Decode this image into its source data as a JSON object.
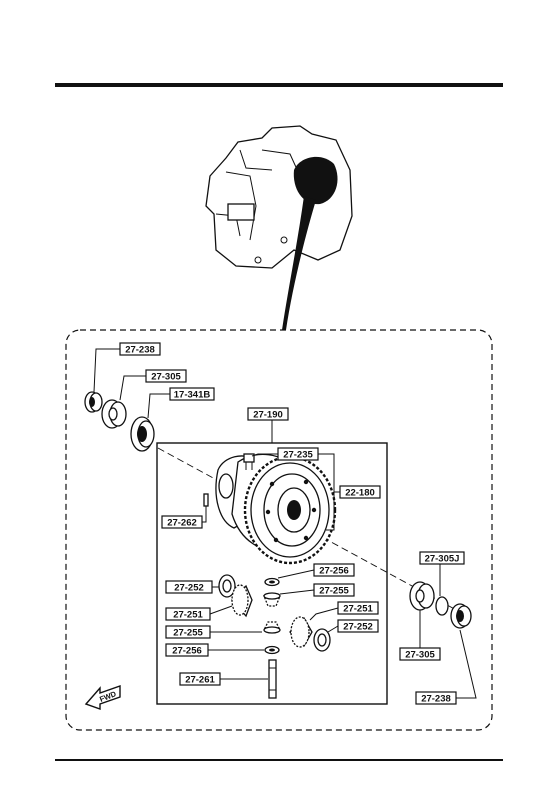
{
  "callouts": {
    "c27_238_top": "27-238",
    "c27_305_top": "27-305",
    "c17_341B": "17-341B",
    "c27_190": "27-190",
    "c27_235": "27-235",
    "c22_180": "22-180",
    "c27_262": "27-262",
    "c27_256_a": "27-256",
    "c27_252_a": "27-252",
    "c27_255_a": "27-255",
    "c27_251_a": "27-251",
    "c27_251_b": "27-251",
    "c27_255_b": "27-255",
    "c27_252_b": "27-252",
    "c27_256_b": "27-256",
    "c27_261": "27-261",
    "c27_305J": "27-305J",
    "c27_305_bottom": "27-305",
    "c27_238_bottom": "27-238"
  },
  "fwd_label": "FWD",
  "colors": {
    "ink": "#111111",
    "paper": "#ffffff"
  }
}
